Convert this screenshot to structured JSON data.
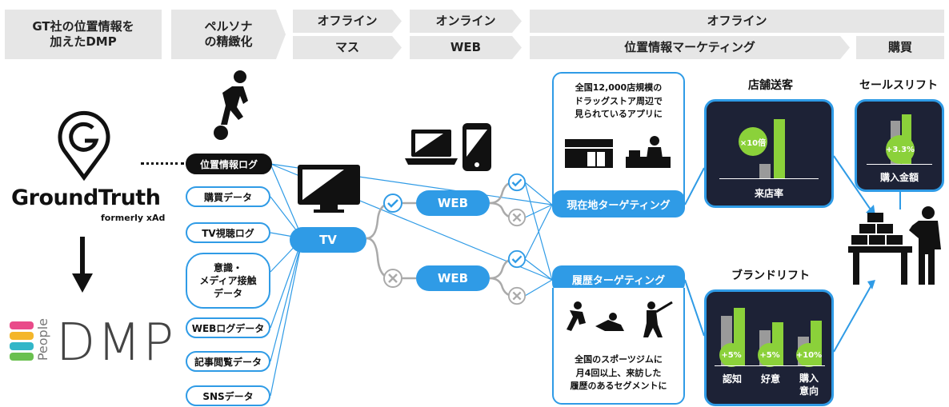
{
  "header": {
    "col1": "GT社の位置情報を\n加えたDMP",
    "col2": "ペルソナ\nの精緻化",
    "offline_top": "オフライン",
    "mass": "マス",
    "online_top": "オンライン",
    "web": "WEB",
    "offline_wide": "オフライン",
    "location_marketing": "位置情報マーケティング",
    "purchase": "購買"
  },
  "brand": {
    "groundtruth": "GroundTruth",
    "formerly": "formerly xAd",
    "dmp": "DMP",
    "people": "People"
  },
  "data_sources": [
    "位置情報ログ",
    "購買データ",
    "TV視聴ログ",
    "意識・\nメディア接触\nデータ",
    "WEBログデータ",
    "記事閲覧データ",
    "SNSデータ"
  ],
  "channels": {
    "tv": "TV",
    "web_top": "WEB",
    "web_bottom": "WEB"
  },
  "targeting": {
    "current_desc": "全国12,000店規模の\nドラッグストア周辺で\n見られているアプリに",
    "current_label": "現在地ターゲティング",
    "history_label": "履歴ターゲティング",
    "history_desc": "全国のスポーツジムに\n月4回以上、来訪した\n履歴のあるセグメントに"
  },
  "results": {
    "store_visit_title": "店舗送客",
    "store_visit_badge": "×10倍",
    "store_visit_label": "来店率",
    "sales_lift_title": "セールスリフト",
    "sales_lift_badge": "+3.3%",
    "sales_lift_label": "購入金額",
    "brand_lift_title": "ブランドリフト",
    "brand_lift": [
      {
        "label": "認知",
        "badge": "+5%"
      },
      {
        "label": "好意",
        "badge": "+5%"
      },
      {
        "label": "購入\n意向",
        "badge": "+10%"
      }
    ]
  },
  "colors": {
    "accent": "#2f9be6",
    "dark": "#1d2236",
    "lift": "#8bd13a",
    "gray": "#9a9a9a"
  }
}
